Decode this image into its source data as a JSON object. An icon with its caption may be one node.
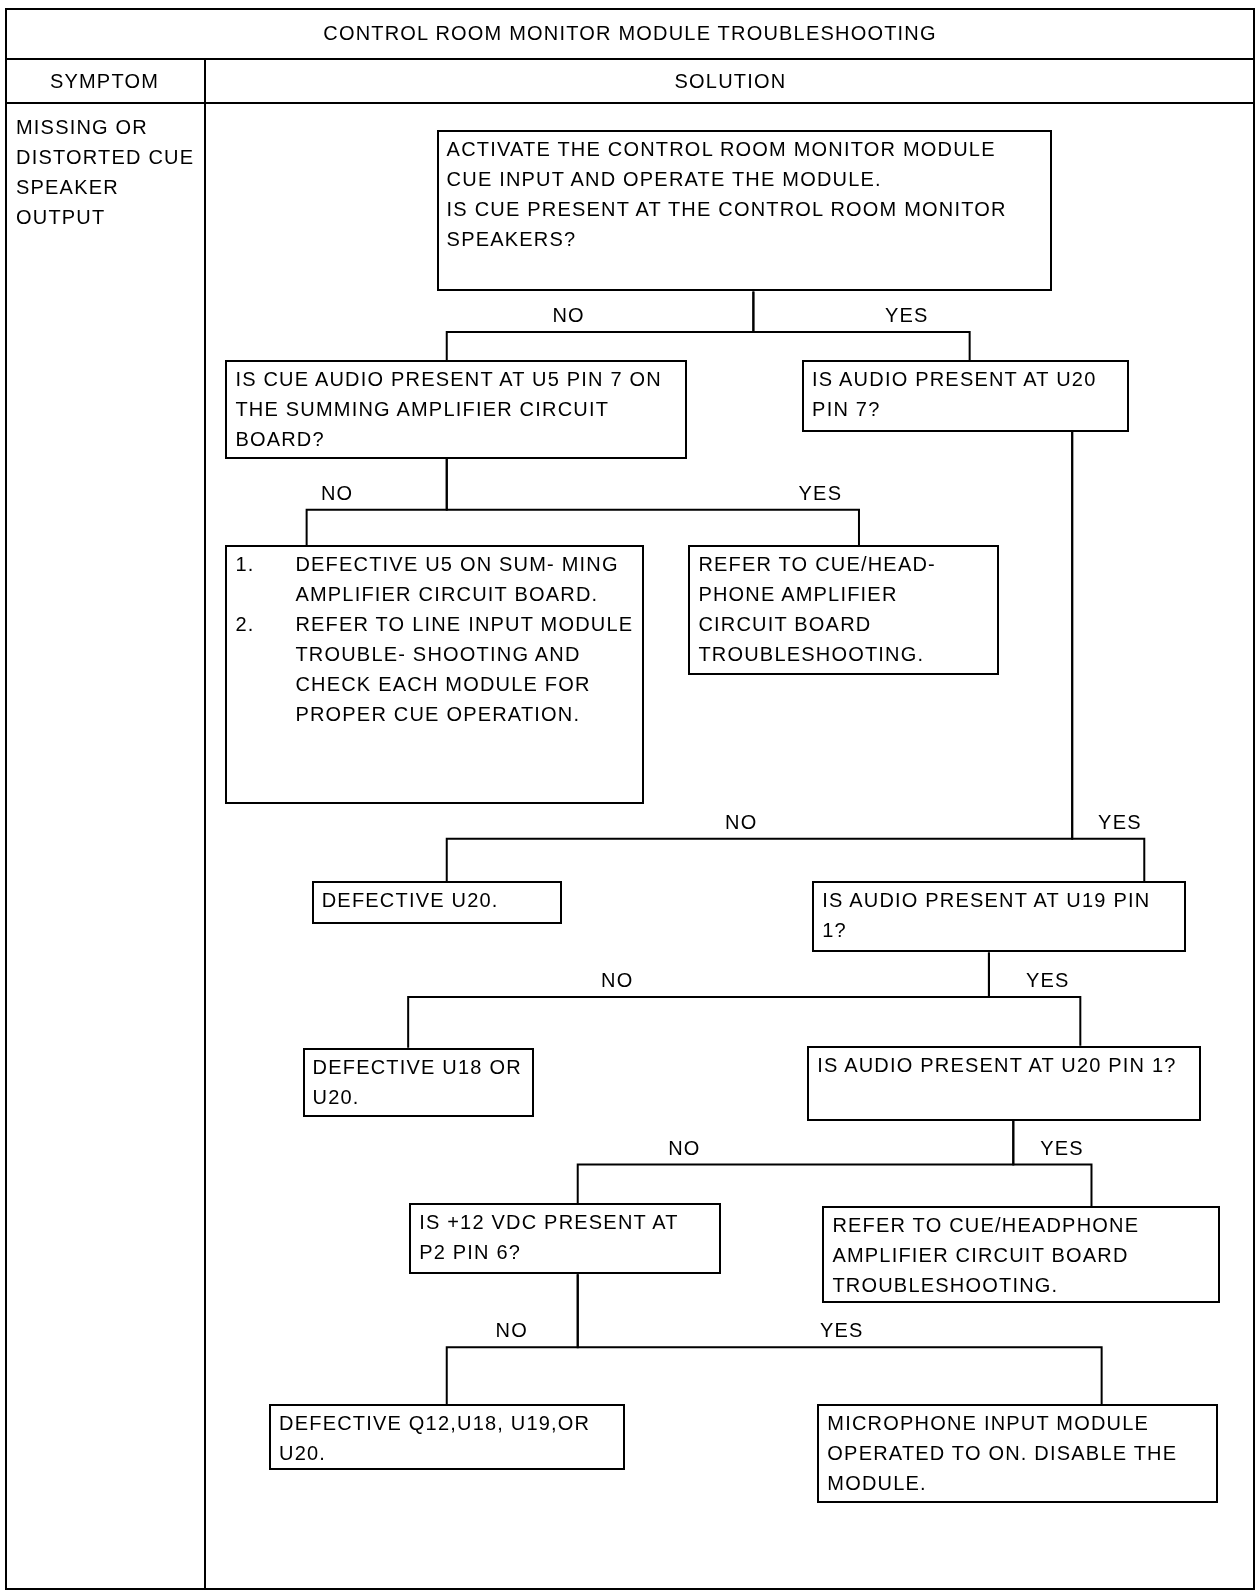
{
  "diagram": {
    "title": "CONTROL ROOM MONITOR MODULE TROUBLESHOOTING",
    "nodes": [
      {
        "text": [
          "ACTIVATE THE CONTROL ROOM MONITOR MODULE CUE INPUT AND OPERATE THE MODULE.",
          "IS CUE PRESENT AT THE CONTROL ROOM MONITOR SPEAKERS?"
        ]
      },
      {
        "text": [
          "IS CUE AUDIO PRESENT AT U5 PIN 7 ON THE SUMMING AMPLIFIER CIRCUIT BOARD?"
        ]
      },
      {
        "text": [
          "IS AUDIO PRESENT AT U20 PIN 7?"
        ]
      },
      {
        "text": [
          "1.",
          "DEFECTIVE U5 ON SUM- MING AMPLIFIER CIRCUIT BOARD.",
          "2.",
          "REFER TO LINE INPUT MODULE TROUBLE- SHOOTING AND CHECK EACH MODULE FOR PROPER CUE OPERATION."
        ]
      },
      {
        "text": [
          "REFER TO CUE/HEAD- PHONE AMPLIFIER CIRCUIT BOARD TROUBLESHOOTING."
        ]
      },
      {
        "text": [
          "DEFECTIVE U20."
        ]
      },
      {
        "text": [
          "IS AUDIO PRESENT AT U19 PIN 1?"
        ]
      },
      {
        "text": [
          "DEFECTIVE U18 OR U20."
        ]
      },
      {
        "text": [
          "IS AUDIO PRESENT AT U20 PIN 1?"
        ]
      },
      {
        "text": [
          "IS +12 VDC PRESENT AT P2 PIN 6?"
        ]
      },
      {
        "text": [
          "REFER TO CUE/HEADPHONE AMPLIFIER CIRCUIT BOARD TROUBLESHOOTING."
        ]
      },
      {
        "text": [
          "DEFECTIVE Q12,U18, U19,OR U20."
        ]
      },
      {
        "text": [
          "MICROPHONE INPUT MODULE OPERATED TO ON. DISABLE THE MODULE."
        ]
      }
    ],
    "edges": [
      {
        "from": 0,
        "to": 1,
        "arrow": "none",
        "label": "NO"
      },
      {
        "from": 0,
        "to": 2,
        "arrow": "none",
        "label": "YES"
      },
      {
        "from": 1,
        "to": 3,
        "arrow": "none",
        "label": "NO"
      },
      {
        "from": 1,
        "to": 4,
        "arrow": "none",
        "label": "YES"
      },
      {
        "from": 2,
        "to": 5,
        "arrow": "none",
        "label": "NO"
      },
      {
        "from": 2,
        "to": 6,
        "arrow": "none",
        "label": "YES"
      },
      {
        "from": 6,
        "to": 7,
        "arrow": "none",
        "label": "NO"
      },
      {
        "from": 6,
        "to": 8,
        "arrow": "none",
        "label": "YES"
      },
      {
        "from": 8,
        "to": 9,
        "arrow": "none",
        "label": "NO"
      },
      {
        "from": 8,
        "to": 10,
        "arrow": "none",
        "label": "YES"
      },
      {
        "from": 9,
        "to": 11,
        "arrow": "none",
        "label": "NO"
      },
      {
        "from": 9,
        "to": 12,
        "arrow": "none",
        "label": "YES"
      }
    ],
    "labels": [
      "SYMPTOM",
      "SOLUTION",
      "MISSING OR DISTORTED CUE SPEAKER OUTPUT"
    ]
  }
}
